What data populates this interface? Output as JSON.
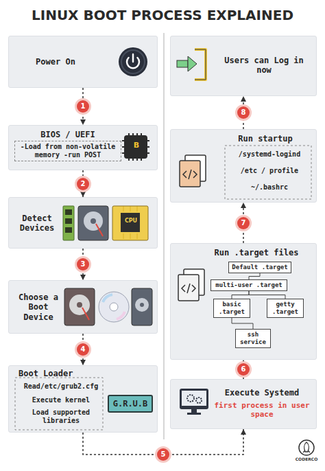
{
  "diagram": {
    "title": "LINUX BOOT PROCESS EXPLAINED",
    "nodes": [
      {
        "text": [
          "Power On"
        ]
      },
      {
        "text": [
          "BIOS / UEFI",
          "-Load from non-volatile memory -run POST"
        ]
      },
      {
        "text": [
          "Detect Devices"
        ]
      },
      {
        "text": [
          "Choose a Boot Device"
        ]
      },
      {
        "text": [
          "Boot Loader",
          "Read/etc/grub2.cfg",
          "Execute kernel",
          "Load supported libraries"
        ]
      },
      {
        "text": [
          "G.R.U.B"
        ],
        "in": 4
      },
      {
        "text": [
          "Execute Systemd",
          "first process in user space"
        ]
      },
      {
        "text": [
          "Run .target files"
        ]
      },
      {
        "text": [
          "Default .target"
        ],
        "in": 7
      },
      {
        "text": [
          "multi-user .target"
        ],
        "in": 7
      },
      {
        "text": [
          "basic .target"
        ],
        "in": 7
      },
      {
        "text": [
          "getty .target"
        ],
        "in": 7
      },
      {
        "text": [
          "ssh service"
        ],
        "in": 7
      },
      {
        "text": [
          "Run startup",
          "/systemd-logind",
          "/etc / profile",
          "~/.bashrc"
        ]
      },
      {
        "text": [
          "Users can Log in now"
        ]
      }
    ],
    "edges": [
      {
        "from": 0,
        "to": 1,
        "label": "1",
        "arrow": "to"
      },
      {
        "from": 1,
        "to": 2,
        "label": "2",
        "arrow": "to"
      },
      {
        "from": 2,
        "to": 3,
        "label": "3",
        "arrow": "to"
      },
      {
        "from": 3,
        "to": 4,
        "label": "4",
        "arrow": "to"
      },
      {
        "from": 4,
        "to": 6,
        "label": "5",
        "arrow": "to"
      },
      {
        "from": 6,
        "to": 7,
        "label": "6",
        "arrow": "to"
      },
      {
        "from": 7,
        "to": 13,
        "label": "7",
        "arrow": "to"
      },
      {
        "from": 13,
        "to": 14,
        "label": "8",
        "arrow": "to"
      },
      {
        "from": 8,
        "to": 9,
        "arrow": "none"
      },
      {
        "from": 9,
        "to": 10,
        "arrow": "none"
      },
      {
        "from": 9,
        "to": 11,
        "arrow": "none"
      },
      {
        "from": 10,
        "to": 12,
        "arrow": "none"
      }
    ],
    "labels": [
      "B",
      "CPU",
      "CODERCO"
    ]
  }
}
